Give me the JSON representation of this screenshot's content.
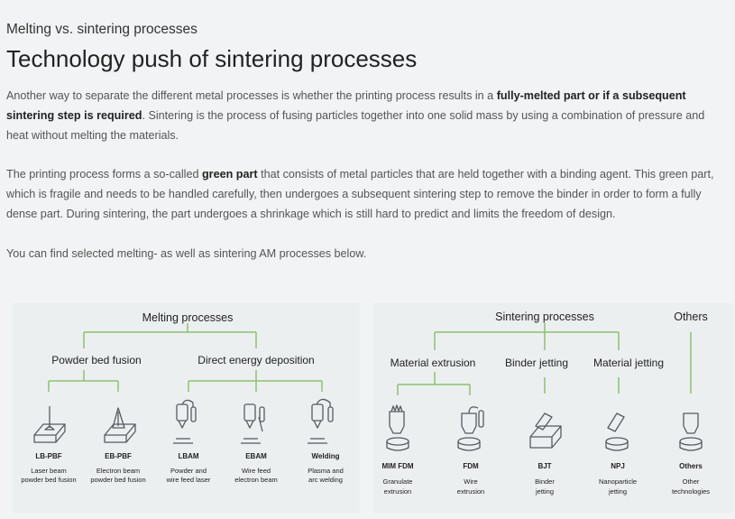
{
  "header": {
    "kicker": "Melting vs. sintering processes",
    "title": "Technology push of sintering processes"
  },
  "body": {
    "p1_a": "Another way to separate the different metal processes is whether the printing process results in a ",
    "p1_b1": "fully-melted part or if a subsequent sintering step is required",
    "p1_c": ". Sintering is the process of fusing particles together into one solid mass by using a combination of pressure and heat without melting the materials.",
    "p2_a": "The printing process forms a so-called ",
    "p2_b": "green part",
    "p2_c": " that consists of metal particles that are held together with a binding agent. This green part, which is fragile and needs to be handled carefully, then undergoes a subsequent sintering step to remove the binder in order to form a fully dense part. During sintering, the part undergoes a shrinkage which is still hard to predict and limits the freedom of design.",
    "p3": "You can find selected melting- as well as sintering AM processes below."
  },
  "diagram": {
    "melting": "Melting processes",
    "sintering": "Sintering processes",
    "others": "Others",
    "pbf": "Powder bed fusion",
    "ded": "Direct energy deposition",
    "extrusion": "Material extrusion",
    "binder": "Binder jetting",
    "matjet": "Material jetting",
    "processes": [
      {
        "code": "LB-PBF",
        "d1": "Laser beam",
        "d2": "powder bed fusion"
      },
      {
        "code": "EB-PBF",
        "d1": "Electron beam",
        "d2": "powder bed fusion"
      },
      {
        "code": "LBAM",
        "d1": "Powder and",
        "d2": "wire feed laser"
      },
      {
        "code": "EBAM",
        "d1": "Wire feed",
        "d2": "electron beam"
      },
      {
        "code": "Welding",
        "d1": "Plasma and",
        "d2": "arc welding"
      },
      {
        "code": "MIM FDM",
        "d1": "Granulate",
        "d2": "extrusion"
      },
      {
        "code": "FDM",
        "d1": "Wire",
        "d2": "extrusion"
      },
      {
        "code": "BJT",
        "d1": "Binder",
        "d2": "jetting"
      },
      {
        "code": "NPJ",
        "d1": "Nanoparticle",
        "d2": "jetting"
      },
      {
        "code": "Others",
        "d1": "Other",
        "d2": "technologies"
      }
    ],
    "colors": {
      "connector": "#8cc36b",
      "icon": "#555b60"
    }
  }
}
